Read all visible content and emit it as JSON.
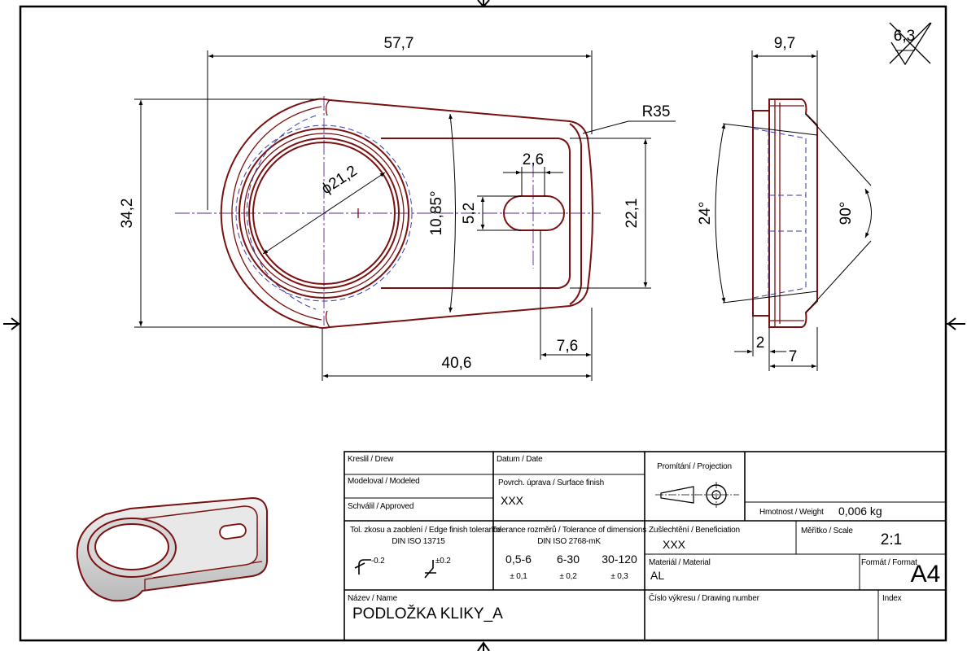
{
  "drawing": {
    "front_view": {
      "dim_overall_width": "57,7",
      "dim_overall_height": "34,2",
      "dim_radius": "R35",
      "dim_bore_diameter": "ϕ21,2",
      "dim_taper_angle": "10,85°",
      "dim_slot_width": "2,6",
      "dim_slot_height": "5,2",
      "dim_plate_height": "22,1",
      "dim_center_to_end": "40,6",
      "dim_slot_to_end": "7,6"
    },
    "side_view": {
      "dim_width": "9,7",
      "dim_angle_left": "24°",
      "dim_angle_right": "90°",
      "dim_flange": "2",
      "dim_body": "7"
    },
    "surface_roughness": "6,3"
  },
  "title_block": {
    "drew_label": "Kreslil / Drew",
    "date_label": "Datum / Date",
    "projection_label": "Promítání / Projection",
    "modeled_label": "Modeloval / Modeled",
    "surface_finish_label": "Povrch. úprava / Surface finish",
    "surface_finish_value": "XXX",
    "approved_label": "Schválil / Approved",
    "weight_label": "Hmotnost / Weight",
    "weight_value": "0,006 kg",
    "edge_tol_label": "Tol. zkosu a zaoblení / Edge finish tolerance",
    "edge_tol_std": "DIN ISO 13715",
    "edge_tol_a": "-0.2",
    "edge_tol_b": "±0.2",
    "dim_tol_label": "Tolerance rozměrů / Tolerance of dimensions",
    "dim_tol_std": "DIN ISO 2768-mK",
    "tol_ranges": [
      {
        "range": "0,5-6",
        "tol": "± 0,1"
      },
      {
        "range": "6-30",
        "tol": "± 0,2"
      },
      {
        "range": "30-120",
        "tol": "± 0,3"
      }
    ],
    "beneficiation_label": "Zušlechtění / Beneficiation",
    "beneficiation_value": "XXX",
    "scale_label": "Měřítko / Scale",
    "scale_value": "2:1",
    "material_label": "Materiál / Material",
    "material_value": "AL",
    "format_label": "Formát / Format",
    "format_value": "A4",
    "name_label": "Název / Name",
    "name_value": "PODLOŽKA KLIKY_A",
    "drawing_number_label": "Číslo výkresu / Drawing number",
    "index_label": "Index"
  }
}
